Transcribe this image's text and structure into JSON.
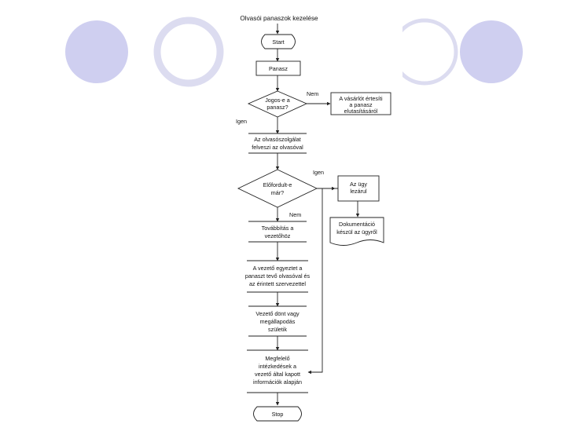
{
  "title": "Olvasói panaszok kezelése",
  "nodes": {
    "start": "Start",
    "panasz": "Panasz",
    "decision1": [
      "Jogos-e a",
      "panasz?"
    ],
    "reject": [
      "A vásárlót értesíti",
      "a panasz",
      "elutasításáról"
    ],
    "contact": [
      "Az olvasószolgálat",
      "felveszi az olvasóval"
    ],
    "decision2": [
      "Előfordult-e",
      "már?"
    ],
    "notify": [
      "Az ügy",
      "lezárul"
    ],
    "doc": [
      "Dokumentáció",
      "készül az ügyről"
    ],
    "forward": [
      "Továbbítás a",
      "vezetőhöz"
    ],
    "reconcile": [
      "A vezető egyeztet a",
      "panaszt tevő olvasóval és",
      "az érintett szervezettel"
    ],
    "decide": [
      "Vezető dönt vagy",
      "megállapodás",
      "születik"
    ],
    "measures": [
      "Megfelelő",
      "intézkedések a",
      "vezető által kapott",
      "információk alapján"
    ],
    "stop": "Stop"
  },
  "edges": {
    "no1": "Nem",
    "yes1": "Igen",
    "yes2": "Igen",
    "no2": "Nem"
  },
  "colors": {
    "deco_fill": "#cfcff0",
    "deco_ring": "#dcdcf0",
    "stroke": "#222222"
  }
}
